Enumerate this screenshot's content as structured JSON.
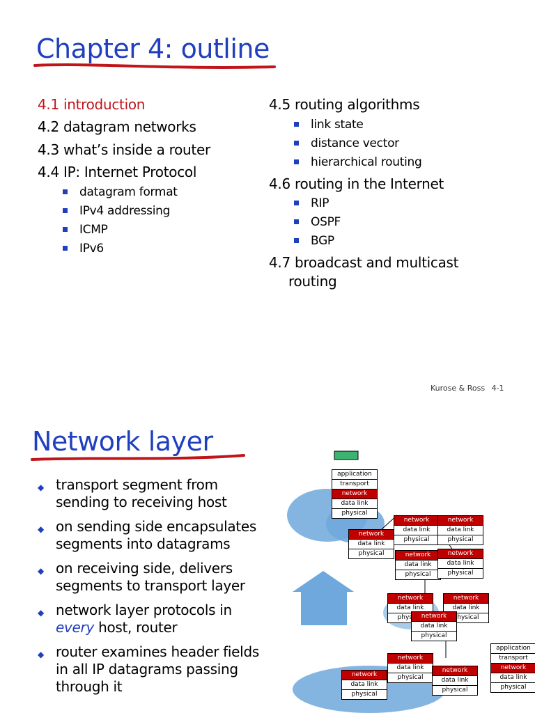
{
  "slide1": {
    "title": "Chapter 4: outline",
    "left_items": [
      {
        "label": "4.1 introduction"
      },
      {
        "label": "4.2 datagram networks"
      },
      {
        "label": "4.3 what’s inside a router"
      },
      {
        "label": "4.4 IP: Internet Protocol"
      }
    ],
    "left_sub": [
      "datagram format",
      "IPv4 addressing",
      "ICMP",
      "IPv6"
    ],
    "right_items": [
      {
        "label": "4.5 routing algorithms"
      },
      {
        "label": "4.6 routing in the Internet"
      },
      {
        "label": "4.7 broadcast and multicast"
      }
    ],
    "right_item_cont": "routing",
    "right_sub_a": [
      "link state",
      "distance vector",
      "hierarchical routing"
    ],
    "right_sub_b": [
      "RIP",
      "OSPF",
      "BGP"
    ],
    "footer": {
      "author": "Kurose & Ross",
      "page": "4-1"
    }
  },
  "slide2": {
    "title": "Network layer",
    "bullets": [
      {
        "line1": "transport segment from",
        "line2": "sending to receiving host"
      },
      {
        "line1": "on sending side encapsulates",
        "line2": "segments into datagrams"
      },
      {
        "line1": "on receiving side, delivers",
        "line2": "segments to transport layer"
      },
      {
        "line1": "network layer protocols in",
        "line2_em": "every",
        "line2_rest": " host, router"
      },
      {
        "line1": "router examines header fields",
        "line2": "in all IP datagrams passing",
        "line3": "through it"
      }
    ],
    "diagram": {
      "host_stack": [
        "application",
        "transport",
        "network",
        "data link",
        "physical"
      ],
      "router_stack": [
        "network",
        "data link",
        "physical"
      ]
    }
  },
  "colors": {
    "title": "#1f3fbf",
    "active": "#c0151a",
    "underline": "#c0151a",
    "router_network": "#c00000"
  }
}
